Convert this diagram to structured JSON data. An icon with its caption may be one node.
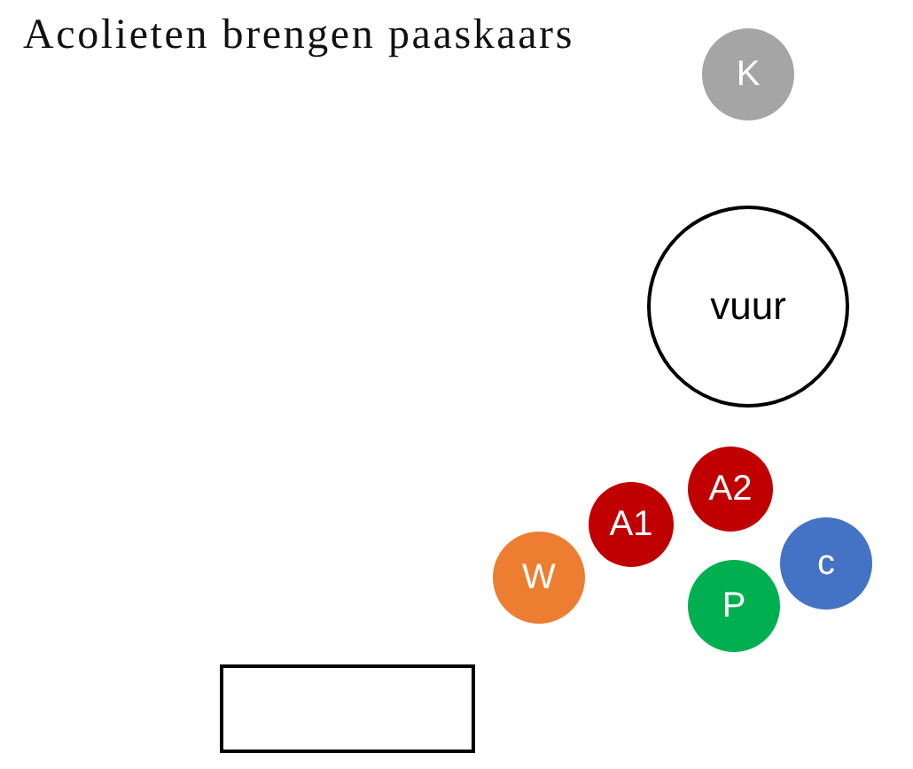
{
  "diagram": {
    "title": "Acolieten brengen paaskaars",
    "nodes": [
      {
        "text": [
          "K"
        ]
      },
      {
        "text": [
          "vuur"
        ]
      },
      {
        "text": [
          "A2"
        ]
      },
      {
        "text": [
          "A1"
        ]
      },
      {
        "text": [
          "c"
        ]
      },
      {
        "text": [
          "W"
        ]
      },
      {
        "text": [
          "P"
        ]
      },
      {
        "text": [],
        "shape": "box"
      }
    ]
  }
}
